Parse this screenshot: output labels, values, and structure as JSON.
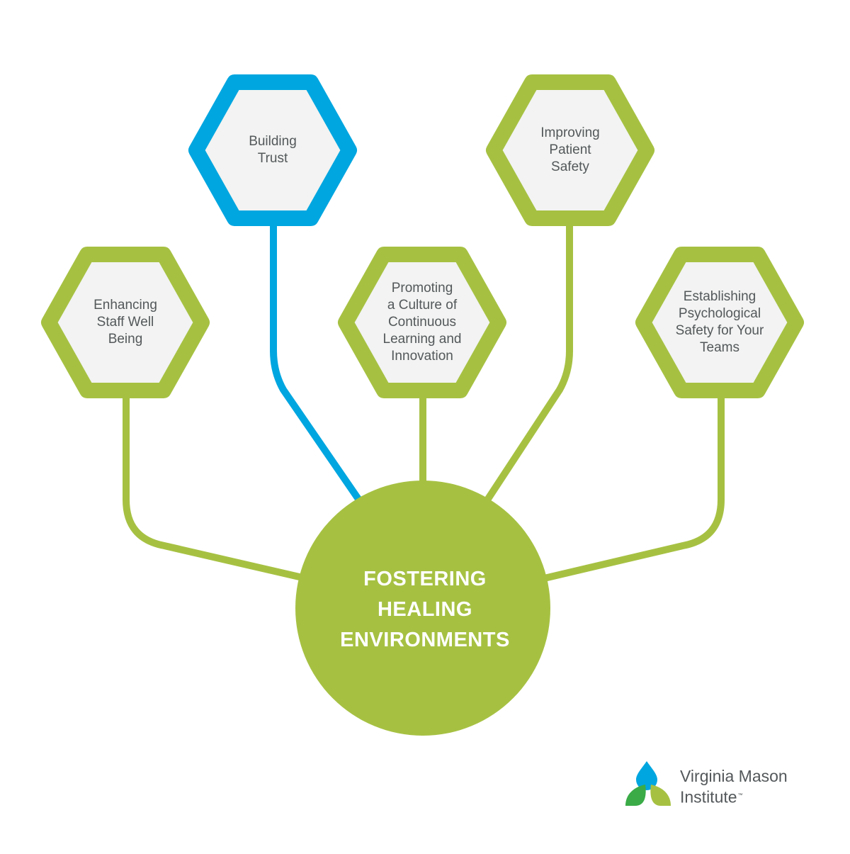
{
  "diagram": {
    "center": {
      "label": "FOSTERING\nHEALING\nENVIRONMENTS",
      "color": "#a6c142"
    },
    "nodes": [
      {
        "id": "enhancing-staff-well-being",
        "label": "Enhancing\nStaff Well\nBeing",
        "color": "#a6c142"
      },
      {
        "id": "building-trust",
        "label": "Building\nTrust",
        "color": "#00a6e0"
      },
      {
        "id": "promoting-culture",
        "label": "Promoting\na Culture of\nContinuous\nLearning and\nInnovation",
        "color": "#a6c142"
      },
      {
        "id": "improving-patient-safety",
        "label": "Improving\nPatient\nSafety",
        "color": "#a6c142"
      },
      {
        "id": "establishing-psychological-safety",
        "label": "Establishing\nPsychological\nSafety for Your\nTeams",
        "color": "#a6c142"
      }
    ],
    "hex_fill": "#f2f3f2"
  },
  "logo": {
    "line1": "Virginia Mason",
    "line2": "Institute",
    "trademark": "™",
    "colors": {
      "drop_top": "#00a6e0",
      "drop_left": "#3aab47",
      "drop_right": "#a6c142"
    }
  }
}
